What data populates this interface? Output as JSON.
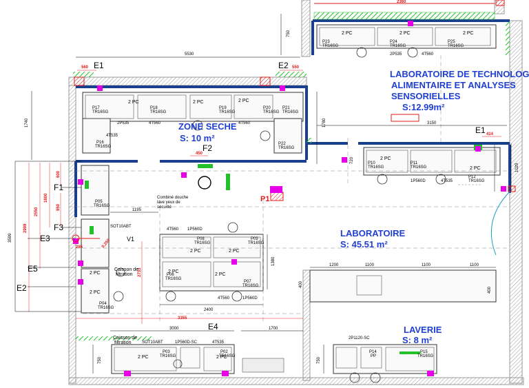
{
  "zones": {
    "lab_techno_1": "LABORATOIRE DE TECHNOLOGI",
    "lab_techno_2": "ALIMENTAIRE ET ANALYSES",
    "lab_techno_3": "SENSORIELLES",
    "lab_techno_area": "S:12.99m²",
    "zone_seche_1": "ZONE SECHE",
    "zone_seche_area": "S: 10 m²",
    "laboratoire_1": "LABORATOIRE",
    "laboratoire_area": "S: 45.51 m²",
    "laverie_1": "LAVERIE",
    "laverie_area": "S: 8 m²"
  },
  "dimensions": {
    "d2360": "2360",
    "d5530": "5530",
    "d560": "560",
    "d550": "550",
    "d750a": "750",
    "d1740": "1740",
    "d1780": "1780",
    "d3150": "3150",
    "d414": "414",
    "d1029": "1029",
    "d450": "450",
    "d720": "720",
    "d3599": "3599",
    "d2999": "2999",
    "d2550": "2550",
    "d1800": "1800",
    "d600": "600",
    "d950": "950",
    "d1195": "1195",
    "d2733": "2733",
    "d285": "285",
    "d250": "0,250",
    "d1380": "1380",
    "d2400": "2400",
    "d3355": "3355",
    "d3000": "3000",
    "d1700": "1700",
    "d750b": "750",
    "d750c": "750",
    "d1200": "1200",
    "d1100a": "1100",
    "d1100b": "1100",
    "d1100c": "1100",
    "d400a": "400",
    "d400b": "400"
  },
  "markers": {
    "E1a": "E1",
    "E2a": "E2",
    "F2": "F2",
    "P1": "P1",
    "E1b": "E1",
    "F1": "F1",
    "F3": "F3",
    "E3": "E3",
    "V1": "V1",
    "E5": "E5",
    "E2b": "E2",
    "E4": "E4"
  },
  "labels": {
    "pc": "2 PC",
    "p17": "P17",
    "p18": "P18",
    "p19": "P19",
    "p20": "P20",
    "p21": "P21",
    "p22": "P22",
    "p16": "P16",
    "p23": "P23",
    "p24": "P24",
    "p25": "P25",
    "p10": "P10",
    "p11": "P11",
    "p12": "P12",
    "p05": "P05",
    "p08": "P08",
    "p09": "P09",
    "p06": "P06",
    "p07": "P07",
    "p04": "P04",
    "p03": "P03",
    "p02": "P02",
    "p14": "P14",
    "p15": "P15",
    "tr": "TR16SG",
    "pp": "PP",
    "s2p535a": "2P535",
    "s4t560a": "4T560",
    "s4t560b": "4T560",
    "s4t535a": "4T535",
    "s2p535b": "2P535",
    "s4t560c": "4T560",
    "s1p560d_a": "1P560D",
    "s4t535b": "4T535",
    "s4t560d": "4T560",
    "s1p560d_b": "1P560D",
    "s4t560e": "4T560",
    "s1p560d_c": "1P560D",
    "s1p560dsc": "1P560D-SC",
    "s4t535c": "4T535",
    "s2p1120sc": "2P1120-SC",
    "sot10abt_a": "SOT10ABT",
    "sot10abt_b": "SOT10ABT",
    "douche1": "Combiné douche",
    "douche2": "lave yeux de",
    "douche3": "sécurité",
    "caisson1": "Caisson de",
    "caisson2": "filtration",
    "caisson3": "Caisson de",
    "caisson4": "filtration"
  },
  "colors": {
    "zone_text": "#1f3fd0",
    "dimension_red": "#e21a1a",
    "wall_blue": "#1b3f8f",
    "hatch_green": "#22c02a",
    "marker_magenta": "#e600e6"
  }
}
